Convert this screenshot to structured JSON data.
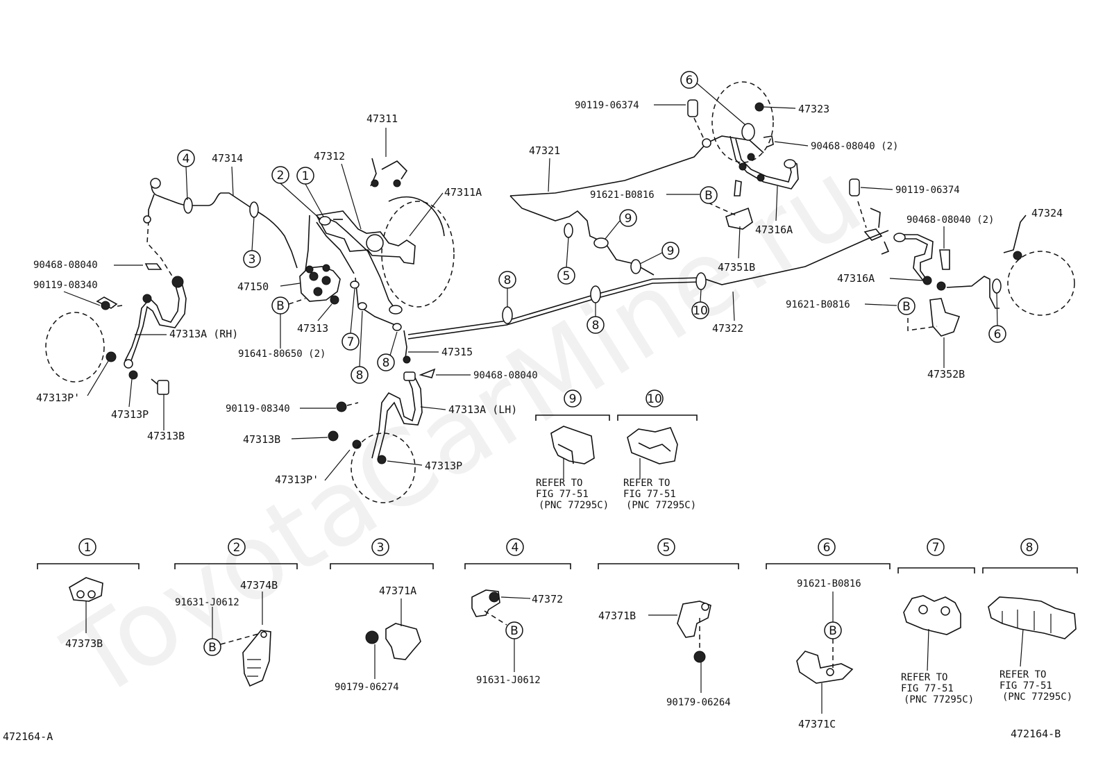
{
  "labels": {
    "p47311": "47311",
    "p47312": "47312",
    "p47311A": "47311A",
    "p47314": "47314",
    "p47150": "47150",
    "p47313": "47313",
    "p91641": "91641-80650 (2)",
    "p90468_l": "90468-08040",
    "p90119_l": "90119-08340",
    "p47313A_RH": "47313A (RH)",
    "p47313P_1": "47313P'",
    "p47313P_2": "47313P",
    "p47313B_1": "47313B",
    "p47315": "47315",
    "p90468_c": "90468-08040",
    "p90119_c": "90119-08340",
    "p47313A_LH": "47313A (LH)",
    "p47313B_2": "47313B",
    "p47313P_3": "47313P'",
    "p47313P_4": "47313P",
    "p47321": "47321",
    "p91621_c": "91621-B0816",
    "p47351B": "47351B",
    "p47316A_1": "47316A",
    "p90119_tr": "90119-06374",
    "p47323": "47323",
    "p90468_tr": "90468-08040 (2)",
    "p47322": "47322",
    "p90119_r": "90119-06374",
    "p90468_r": "90468-08040 (2)",
    "p47324": "47324",
    "p47316A_2": "47316A",
    "p91621_r": "91621-B0816",
    "p47352B": "47352B",
    "b_47373B": "47373B",
    "b_91631_1": "91631-J0612",
    "b_47374B": "47374B",
    "b_47371A": "47371A",
    "b_90179_1": "90179-06274",
    "b_47372": "47372",
    "b_91631_2": "91631-J0612",
    "b_47371B": "47371B",
    "b_90179_2": "90179-06264",
    "b_91621": "91621-B0816",
    "b_47371C": "47371C",
    "refer_to": "REFER TO",
    "refer_fig": "FIG 77-51",
    "refer_pnc": "(PNC 77295C)",
    "fig_left": "472164-A",
    "fig_right": "472164-B",
    "watermark": "ToyotaCarMine.ru"
  },
  "callouts": {
    "c1": "1",
    "c2": "2",
    "c3": "3",
    "c4": "4",
    "c5": "5",
    "c6": "6",
    "c7": "7",
    "c8": "8",
    "c9": "9",
    "c10": "10",
    "b": "B"
  }
}
